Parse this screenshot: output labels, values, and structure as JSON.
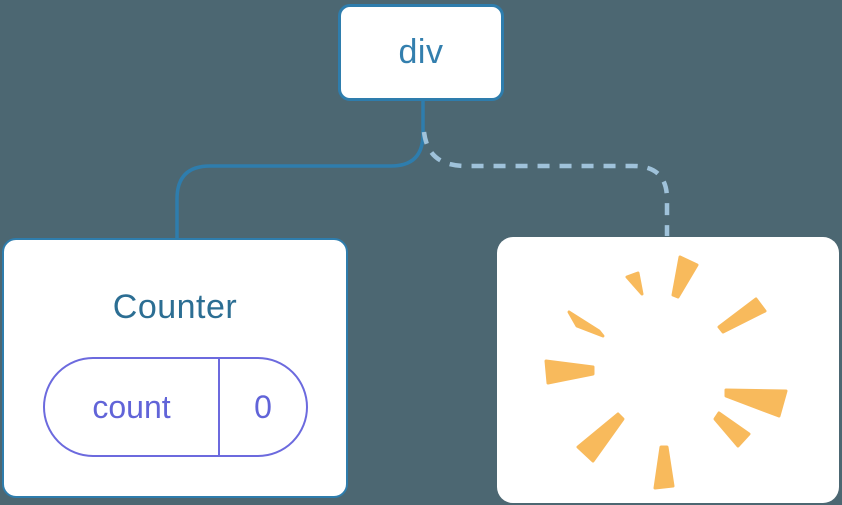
{
  "root_node": {
    "label": "div"
  },
  "counter_node": {
    "title": "Counter",
    "state_pill": {
      "key": "count",
      "value": "0"
    }
  },
  "removed_node": {
    "icon": "poof-starburst-icon"
  },
  "theme_colors": {
    "background": "#4c6772",
    "box_fill": "#ffffff",
    "line_blue": "#2e7dad",
    "root_label_blue": "#337fae",
    "counter_label_blue": "#2c6e93",
    "dashed_line_blue": "#9fc2da",
    "state_purple": "#6164d8",
    "pill_border_purple": "#6c6ade",
    "poof_orange": "#f8ba5c"
  }
}
